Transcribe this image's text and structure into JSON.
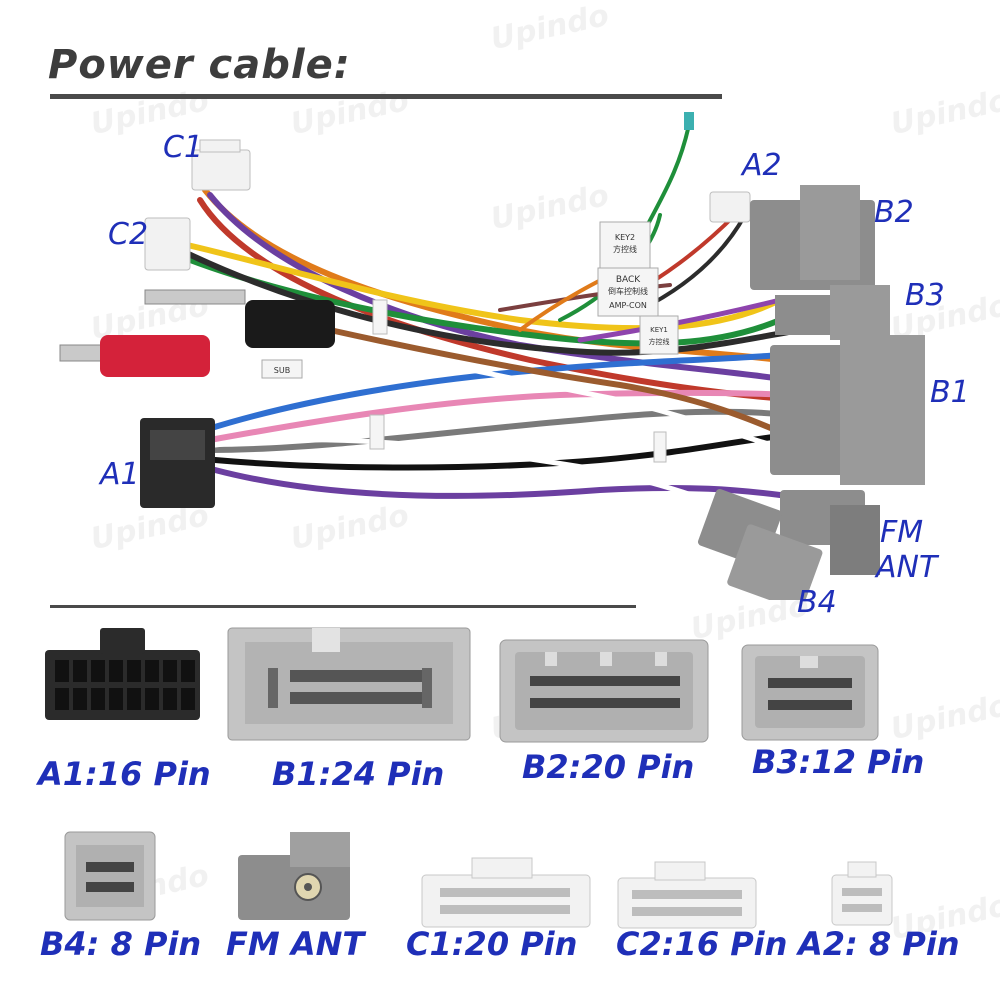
{
  "title": "Power cable:",
  "watermark": "Upindo",
  "colors": {
    "label": "#1f2fb8",
    "connector_gray": "#8d8d8d",
    "connector_white": "#f2f2f2",
    "connector_black": "#2a2a2a"
  },
  "harness_labels": {
    "c1": "C1",
    "c2": "C2",
    "a1": "A1",
    "a2": "A2",
    "b1": "B1",
    "b2": "B2",
    "b3": "B3",
    "b4": "B4",
    "fm_ant_line1": "FM",
    "fm_ant_line2": "ANT"
  },
  "tags": {
    "back": "BACK",
    "back_cn": "倒车控制线",
    "amp_con": "AMP-CON",
    "key1": "KEY1",
    "key1_cn": "方控线",
    "key2": "KEY2",
    "key2_cn": "方控线",
    "sub": "SUB"
  },
  "connectors": [
    {
      "id": "a1",
      "caption": "A1:16 Pin",
      "icon": "black-16-pin-connector-icon"
    },
    {
      "id": "b1",
      "caption": "B1:24 Pin",
      "icon": "gray-24-pin-connector-icon"
    },
    {
      "id": "b2",
      "caption": "B2:20 Pin",
      "icon": "gray-20-pin-connector-icon"
    },
    {
      "id": "b3",
      "caption": "B3:12 Pin",
      "icon": "gray-12-pin-connector-icon"
    },
    {
      "id": "b4",
      "caption": "B4: 8 Pin",
      "icon": "gray-8-pin-connector-icon"
    },
    {
      "id": "fm",
      "caption": "FM ANT",
      "icon": "fm-antenna-connector-icon"
    },
    {
      "id": "c1",
      "caption": "C1:20 Pin",
      "icon": "white-20-pin-connector-icon"
    },
    {
      "id": "c2",
      "caption": "C2:16 Pin",
      "icon": "white-16-pin-connector-icon"
    },
    {
      "id": "a2",
      "caption": "A2: 8 Pin",
      "icon": "white-8-pin-connector-icon"
    }
  ]
}
